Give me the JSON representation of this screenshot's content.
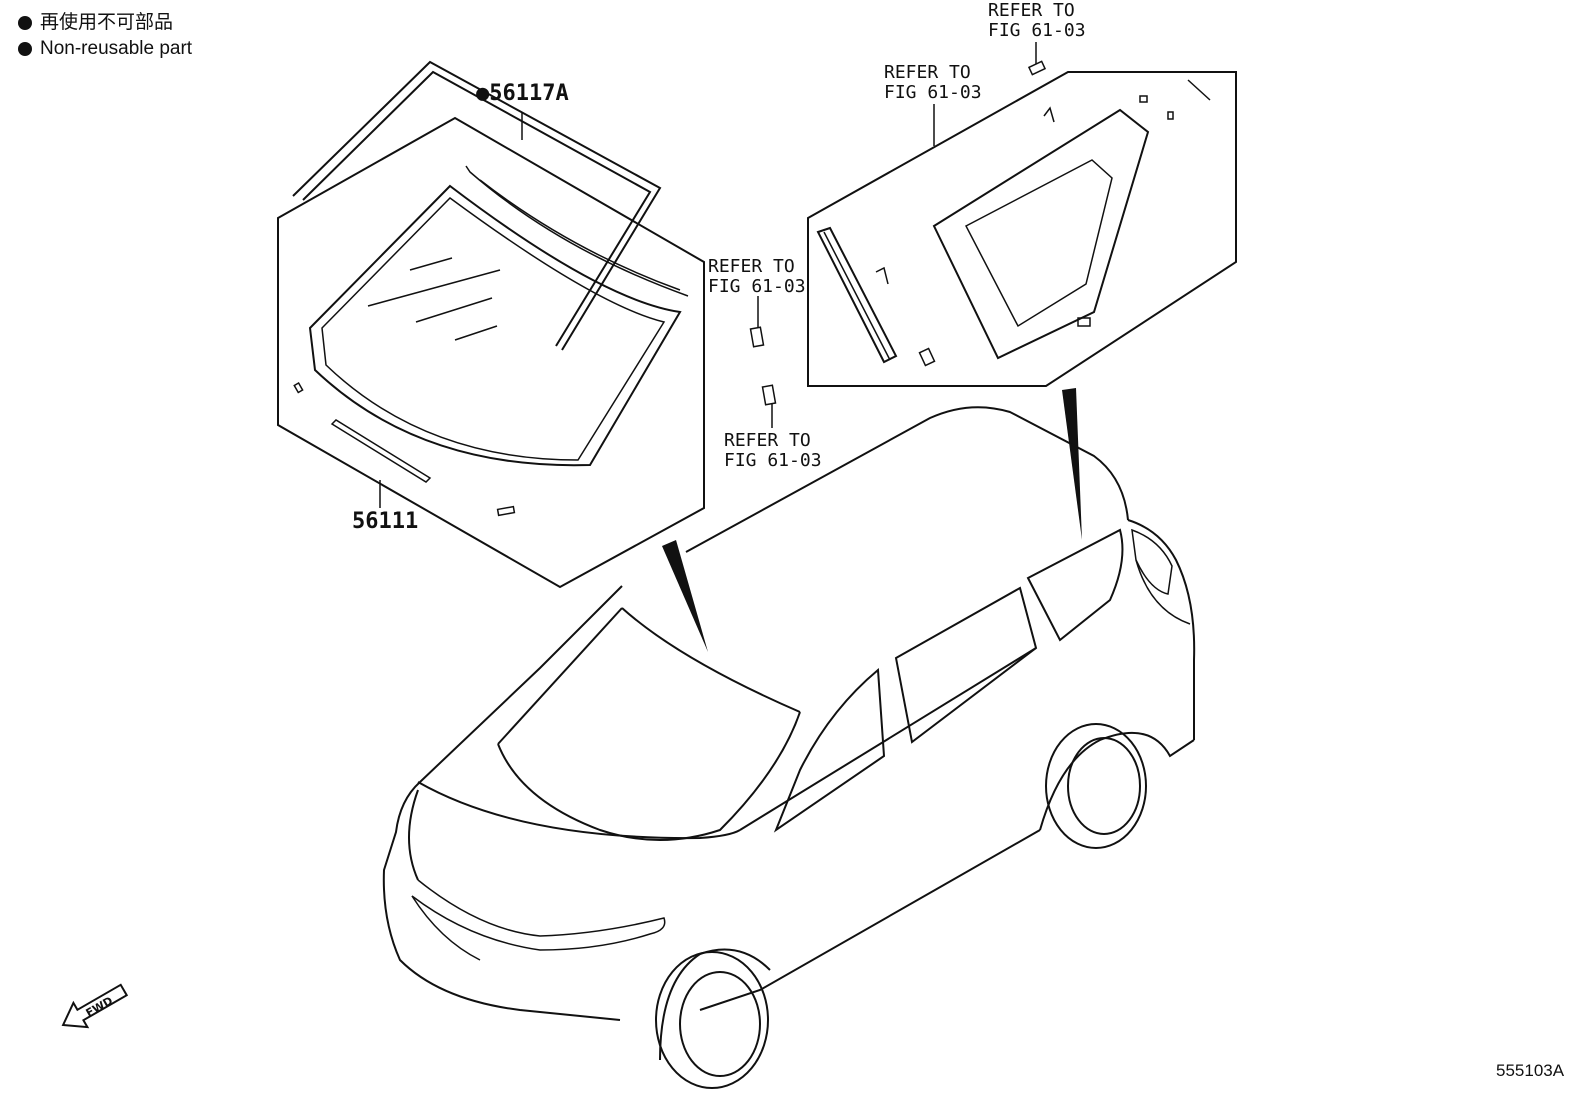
{
  "legend": {
    "items": [
      {
        "text": "再使用不可部品"
      },
      {
        "text": "Non-reusable part"
      }
    ]
  },
  "callouts": {
    "part_56117A": "●56117A",
    "part_56111": "56111",
    "refer_top_right": {
      "line1": "REFER TO",
      "line2": "FIG 61-03"
    },
    "refer_quarter": {
      "line1": "REFER TO",
      "line2": "FIG 61-03"
    },
    "refer_mid_upper": {
      "line1": "REFER TO",
      "line2": "FIG 61-03"
    },
    "refer_mid_lower": {
      "line1": "REFER TO",
      "line2": "FIG 61-03"
    }
  },
  "fwd_label": "FWD",
  "diagram_code": "555103A"
}
